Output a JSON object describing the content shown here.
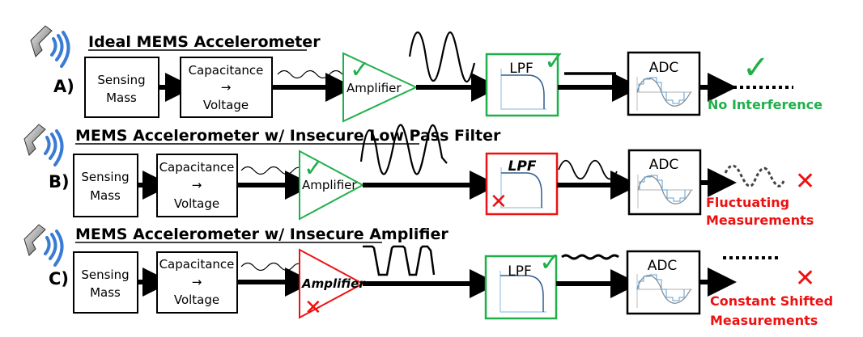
{
  "colors": {
    "ok": "#1fb04a",
    "bad": "#ee1111",
    "wave": "#3a7bd5",
    "filter_curve": "#2e5d8f",
    "filter_axes": "#9cc3e6"
  },
  "rows": [
    {
      "label": "A)",
      "title": "Ideal MEMS Accelerometer",
      "blocks": {
        "sensing": [
          "Sensing",
          "Mass"
        ],
        "cap": [
          "Capacitance",
          "→",
          "Voltage"
        ],
        "amplifier": "Amplifier",
        "lpf": "LPF",
        "adc": "ADC"
      },
      "amplifier_status": "ok",
      "lpf_status": "ok",
      "result": {
        "status": "ok",
        "lines": [
          "No Interference"
        ]
      }
    },
    {
      "label": "B)",
      "title": "MEMS Accelerometer w/ Insecure Low Pass Filter",
      "blocks": {
        "sensing": [
          "Sensing",
          "Mass"
        ],
        "cap": [
          "Capacitance",
          "→",
          "Voltage"
        ],
        "amplifier": "Amplifier",
        "lpf": "LPF",
        "adc": "ADC"
      },
      "amplifier_status": "ok",
      "lpf_status": "bad",
      "result": {
        "status": "bad",
        "lines": [
          "Fluctuating",
          "Measurements"
        ]
      }
    },
    {
      "label": "C)",
      "title": "MEMS Accelerometer w/ Insecure Amplifier",
      "blocks": {
        "sensing": [
          "Sensing",
          "Mass"
        ],
        "cap": [
          "Capacitance",
          "→",
          "Voltage"
        ],
        "amplifier": "Amplifier",
        "lpf": "LPF",
        "adc": "ADC"
      },
      "amplifier_status": "bad",
      "lpf_status": "ok",
      "result": {
        "status": "bad",
        "lines": [
          "Constant Shifted",
          "Measurements"
        ]
      }
    }
  ],
  "icons": {
    "speaker": "speaker-icon",
    "check": "✓",
    "cross": "✕"
  }
}
